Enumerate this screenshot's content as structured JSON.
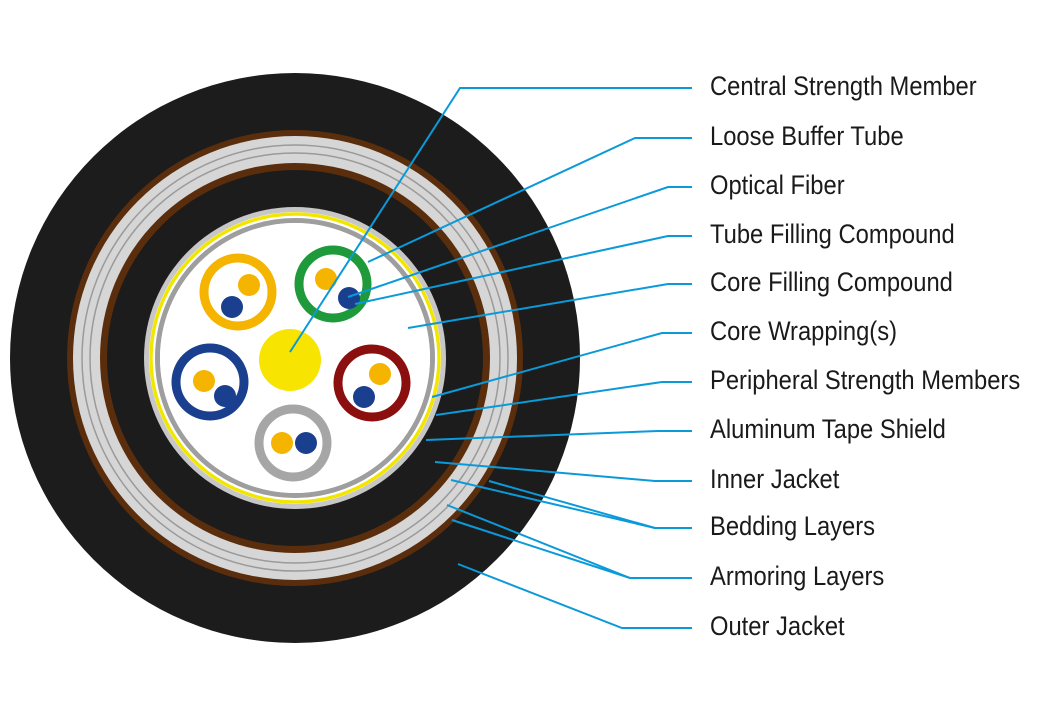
{
  "labels": {
    "central_strength_member": "Central Strength Member",
    "loose_buffer_tube": "Loose Buffer Tube",
    "optical_fiber": "Optical Fiber",
    "tube_filling_compound": "Tube Filling Compound",
    "core_filling_compound": "Core Filling Compound",
    "core_wrapping": "Core Wrapping(s)",
    "peripheral_strength_members": "Peripheral Strength Members",
    "aluminum_tape_shield": "Aluminum Tape Shield",
    "inner_jacket": "Inner Jacket",
    "bedding_layers": "Bedding Layers",
    "armoring_layers": "Armoring Layers",
    "outer_jacket": "Outer Jacket"
  },
  "colors": {
    "outer_jacket": "#1c1c1c",
    "armor": "#d6d6d6",
    "bedding": "#5a2d0c",
    "tape_shield": "#c7c7c7",
    "core_wrapping": "#9e9e9e",
    "strength_members": "#f2e600",
    "leader_lines": "#0a9ad9",
    "tube_colors": [
      "#f5b400",
      "#1f9a3a",
      "#1a3f8f",
      "#8c0f0f",
      "#a6a6a6"
    ],
    "fiber_colors": [
      "#f5b400",
      "#1a3f8f"
    ]
  }
}
